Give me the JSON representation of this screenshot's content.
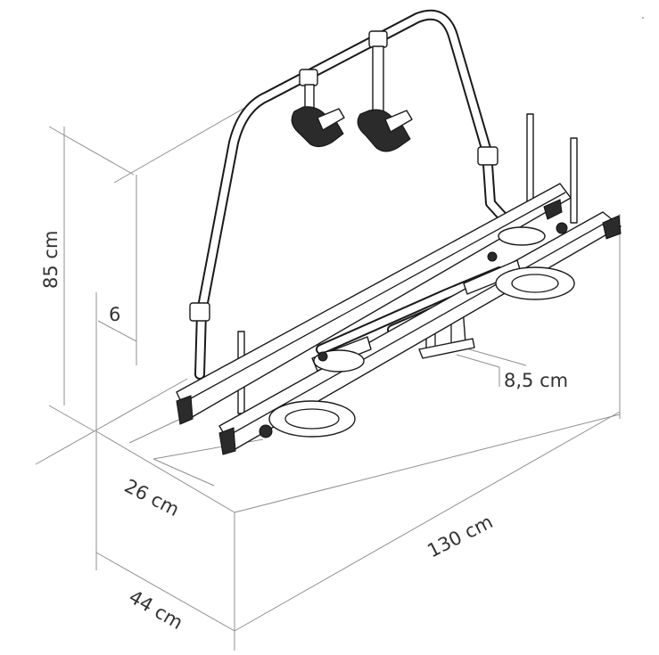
{
  "labels": {
    "height": "85 cm",
    "offset": "6",
    "clearance": "8,5 cm",
    "rail_spacing": "26 cm",
    "width": "130 cm",
    "depth": "44 cm"
  },
  "colors": {
    "line": "#1a1a1a",
    "dimension": "#8f8f8f",
    "background": "#ffffff"
  },
  "icons": {
    "product": "caravan-drawbar-bike-carrier"
  }
}
